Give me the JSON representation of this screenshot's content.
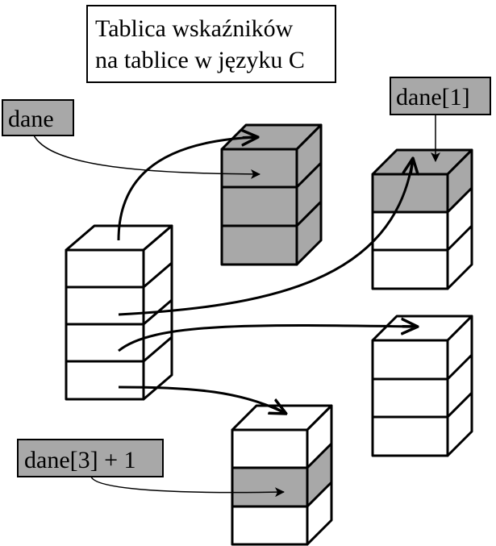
{
  "title": {
    "line1": "Tablica wskaźników",
    "line2": "na tablice w języku C"
  },
  "labels": {
    "dane": "dane",
    "dane1": "dane[1]",
    "dane3plus1": "dane[3] + 1"
  },
  "colors": {
    "cell_shaded": "#a8a8a8",
    "label_box": "#a8a8a8",
    "cell_white": "#ffffff",
    "stroke": "#000000"
  },
  "structure": {
    "pointer_array_cells": 4,
    "target_arrays": [
      {
        "id": "array-0",
        "cells": 3,
        "shaded_cells": [
          0,
          1,
          2
        ]
      },
      {
        "id": "array-1",
        "cells": 3,
        "shaded_cells": [
          0
        ]
      },
      {
        "id": "array-2",
        "cells": 3,
        "shaded_cells": []
      },
      {
        "id": "array-3",
        "cells": 3,
        "shaded_cells": [
          1
        ]
      }
    ]
  }
}
